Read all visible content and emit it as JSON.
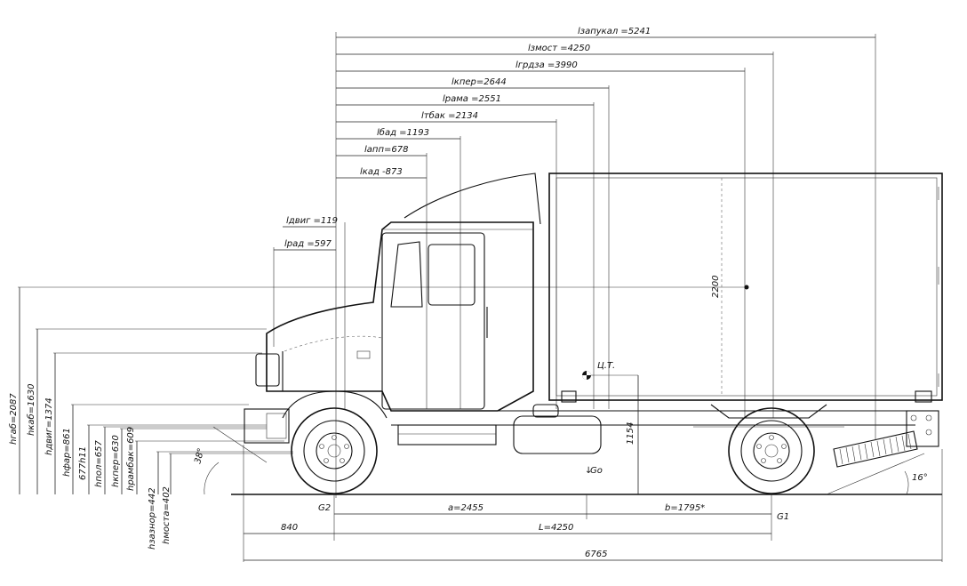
{
  "dimensions": {
    "l_zapukal": "lзапукал =5241",
    "l_zmost": "lзмост =4250",
    "l_grdza": "lгрдза =3990",
    "l_kper": "lкпер=2644",
    "l_rama": "lрама =2551",
    "l_tbak": "lтбак =2134",
    "l_bad": "lбад =1193",
    "l_am": "lапп=678",
    "l_kad": "lкад -873",
    "l_dviz": "lдвиг =119",
    "l_pad": "lрад =597",
    "h_2200": "2200",
    "h_1154": "1154",
    "h_gab": "hгаб=2087",
    "h_kab": "hкаб=1630",
    "h_dvig": "hдвиг=1374",
    "h_fara": "hфар=861",
    "h_677": "677h11",
    "h_pol": "hпол=657",
    "h_kper": "hкпер=630",
    "h_ram": "hрамбак=609",
    "h_zaznor": "hзазнор=442",
    "h_mosta": "hмоста=402",
    "angle_front": "38°",
    "angle_rear": "16°",
    "a": "a=2455",
    "b": "b=1795*",
    "L": "L=4250",
    "overhang": "840",
    "total": "6765",
    "g2": "G2",
    "g1": "G1",
    "go": "Go",
    "ct": "Ц.Т."
  }
}
